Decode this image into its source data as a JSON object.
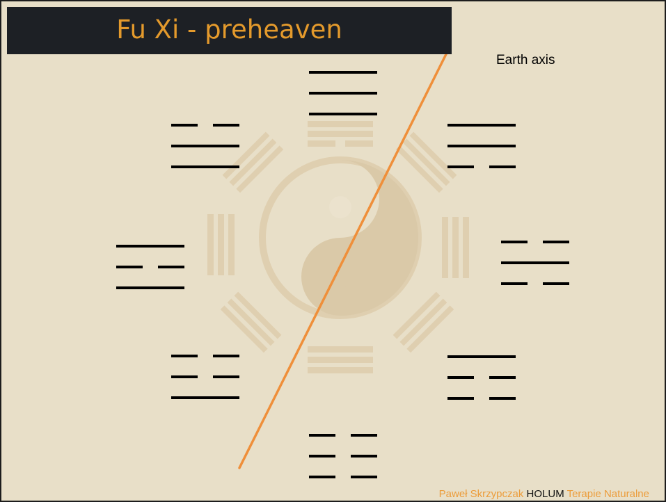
{
  "slide": {
    "title": "Fu Xi - preheaven",
    "axis_label": "Earth axis",
    "footer": {
      "author": "Paweł Skrzypczak ",
      "brand": "HOLUM",
      "suffix": " Terapie Naturalne"
    }
  },
  "colors": {
    "background": "#e8dfc8",
    "title_bar": "#1d2025",
    "title_text": "#e49a2c",
    "axis_line": "#ef8f3a",
    "trigram": "#000000",
    "watermark": "#d9c4a0"
  },
  "trigrams": [
    {
      "name": "trigram-top",
      "lines": [
        "yang",
        "yang",
        "yang"
      ]
    },
    {
      "name": "trigram-top-right",
      "lines": [
        "yang",
        "yang",
        "yin"
      ]
    },
    {
      "name": "trigram-right",
      "lines": [
        "yin",
        "yang",
        "yin"
      ]
    },
    {
      "name": "trigram-bottom-right",
      "lines": [
        "yang",
        "yin",
        "yin"
      ]
    },
    {
      "name": "trigram-bottom",
      "lines": [
        "yin",
        "yin",
        "yin"
      ]
    },
    {
      "name": "trigram-bottom-left",
      "lines": [
        "yin",
        "yin",
        "yang"
      ]
    },
    {
      "name": "trigram-left",
      "lines": [
        "yang",
        "yin",
        "yang"
      ]
    },
    {
      "name": "trigram-top-left",
      "lines": [
        "yin",
        "yang",
        "yang"
      ]
    }
  ]
}
